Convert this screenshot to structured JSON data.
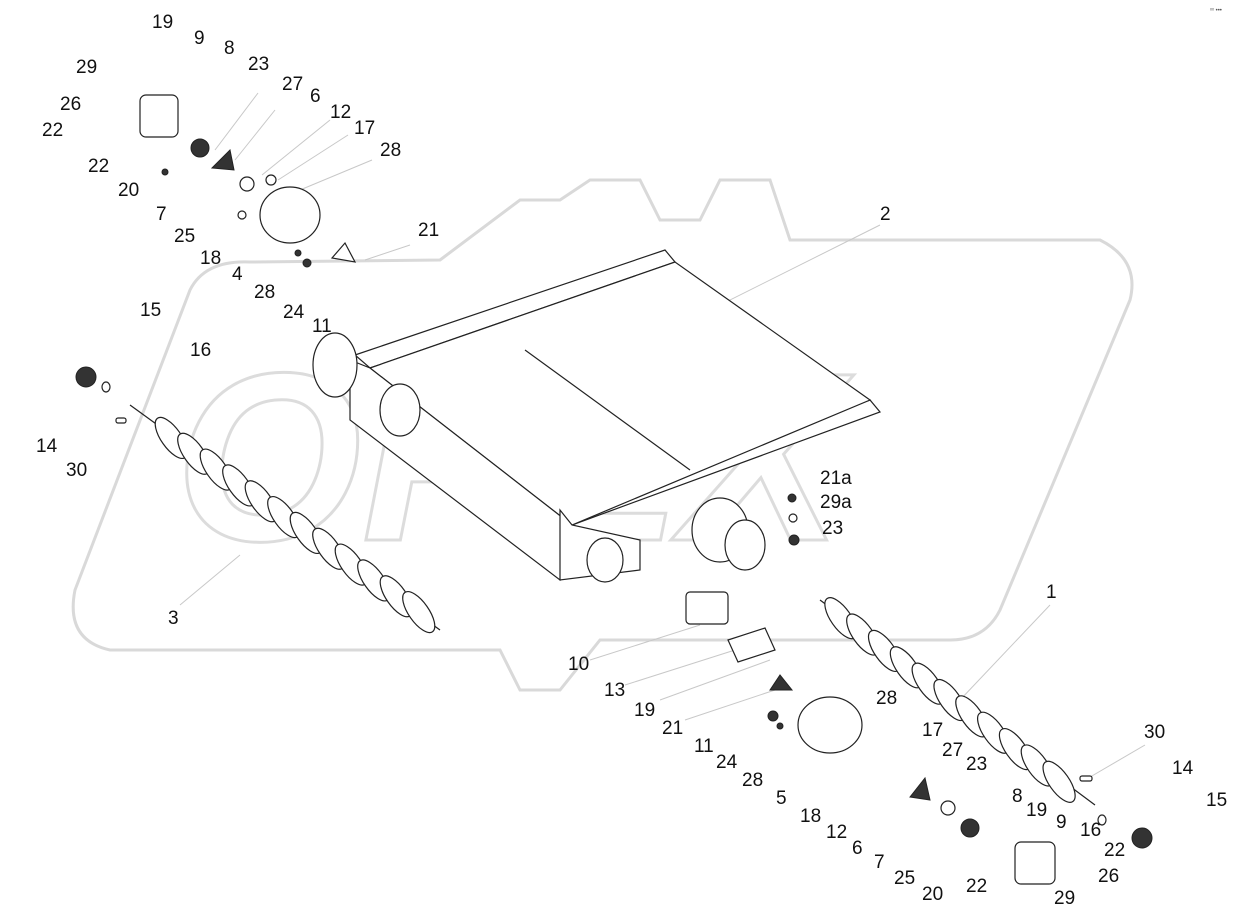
{
  "watermark": {
    "text": "OPEX"
  },
  "corner_mark": "ˣˣ •••",
  "callouts": [
    "19",
    "9",
    "8",
    "29",
    "23",
    "27",
    "6",
    "26",
    "12",
    "17",
    "22",
    "28",
    "22",
    "20",
    "7",
    "25",
    "18",
    "21",
    "4",
    "28",
    "24",
    "11",
    "2",
    "15",
    "16",
    "14",
    "30",
    "3",
    "21a",
    "29a",
    "23",
    "1",
    "10",
    "13",
    "19",
    "21",
    "11",
    "24",
    "28",
    "5",
    "18",
    "12",
    "6",
    "7",
    "25",
    "20",
    "22",
    "28",
    "17",
    "27",
    "23",
    "8",
    "19",
    "9",
    "16",
    "22",
    "26",
    "29",
    "30",
    "14",
    "15"
  ]
}
